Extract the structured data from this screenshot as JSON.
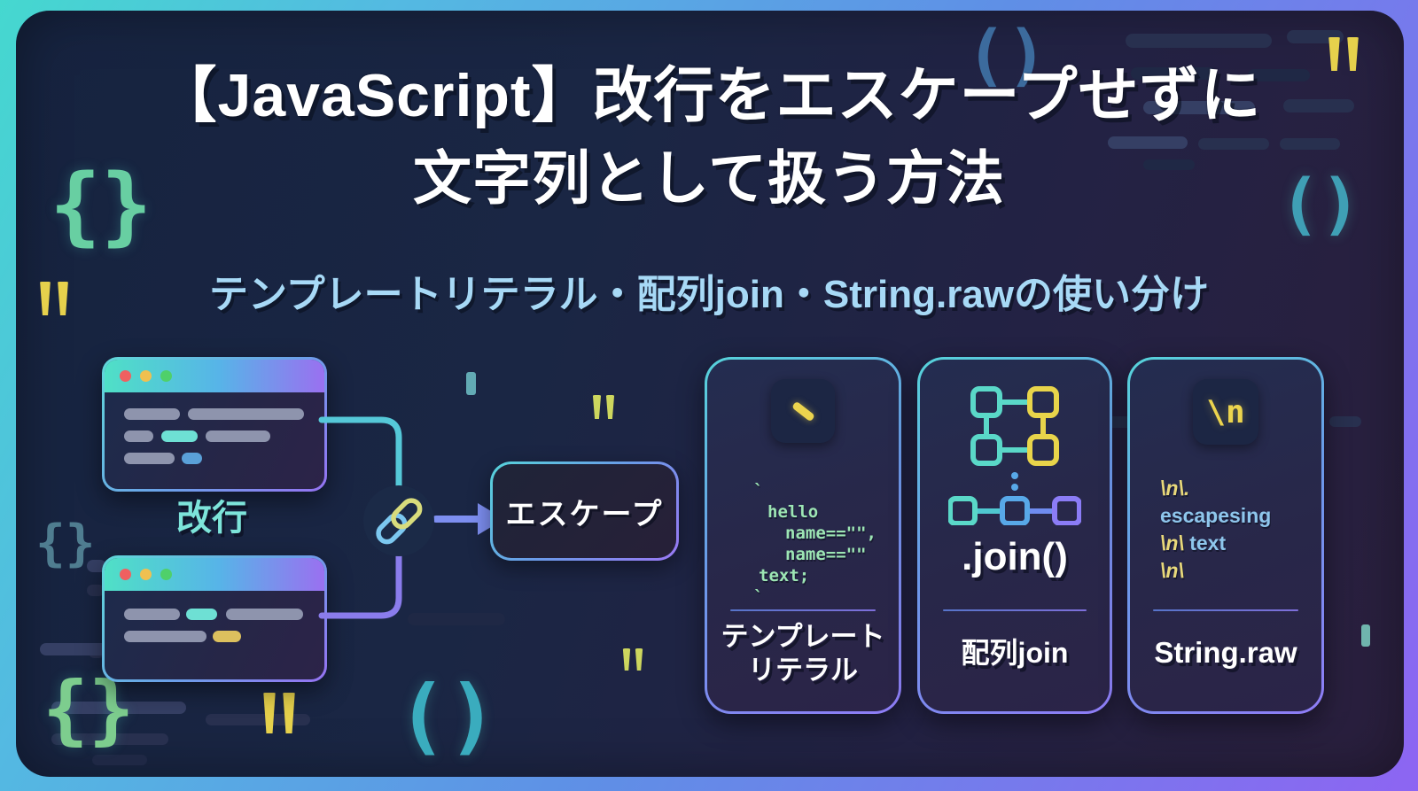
{
  "page": {
    "title_line1": "【JavaScript】改行をエスケープせずに",
    "title_line2": "文字列として扱う方法",
    "subtitle": "テンプレートリテラル・配列join・String.rawの使い分け"
  },
  "diagram": {
    "newline_label": "改行",
    "escape_label": "エスケープ"
  },
  "cards": [
    {
      "id": "template-literal",
      "code_lines": [
        "`",
        "hello",
        "name==\"\",",
        "name==\"\"",
        "text;",
        "`"
      ],
      "label_line1": "テンプレート",
      "label_line2": "リテラル"
    },
    {
      "id": "array-join",
      "method": ".join()",
      "label_line1": "配列join"
    },
    {
      "id": "string-raw",
      "icon_text": "\\n",
      "code_segments": [
        {
          "text": "\\n\\.",
          "tone": "yellow"
        },
        {
          "text": "escapesing",
          "tone": "blue"
        },
        {
          "text": "\\n\\",
          "tone": "yellow"
        },
        {
          "text": " text",
          "tone": "blue"
        },
        {
          "text": "\\n\\",
          "tone": "yellow"
        }
      ],
      "label_line1": "String.raw"
    }
  ],
  "decorations": {
    "curly_braces": "{}",
    "parentheses": "()"
  },
  "colors": {
    "frame_gradient_start": "#45d8cf",
    "frame_gradient_mid": "#5f8fe6",
    "frame_gradient_end": "#8d65f2",
    "panel_bg_left": "#16233f",
    "panel_bg_right": "#2a1f3d",
    "accent_teal": "#6ee0d4",
    "accent_purple": "#8b7cf6",
    "accent_yellow": "#ecd44e",
    "subtitle_blue": "#a7d9f6",
    "code_green": "#9de6b4",
    "text_white": "#ffffff"
  }
}
